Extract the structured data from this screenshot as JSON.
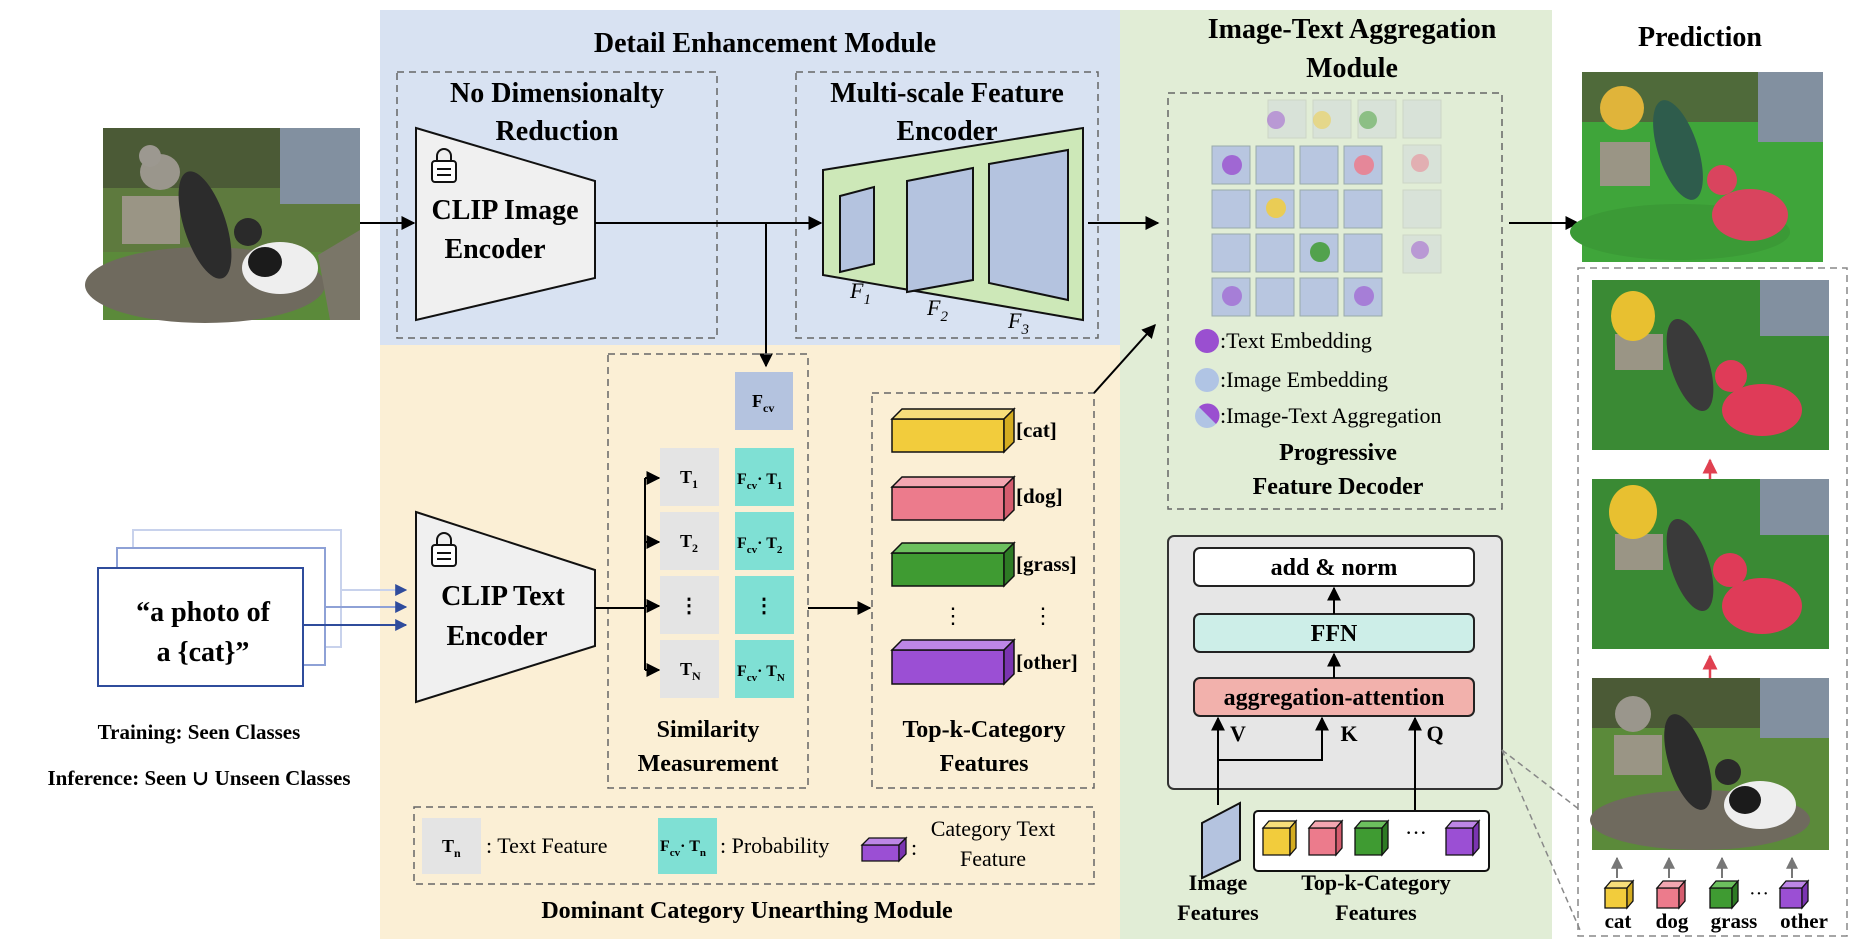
{
  "detail_module": {
    "title": "Detail Enhancement Module",
    "no_reduction": [
      "No Dimensionalty",
      "Reduction"
    ],
    "clip_image_encoder": [
      "CLIP Image",
      "Encoder"
    ],
    "multiscale": [
      "Multi-scale Feature",
      "Encoder"
    ],
    "f1": "F",
    "f1_sub": "1",
    "f2": "F",
    "f2_sub": "2",
    "f3": "F",
    "f3_sub": "3"
  },
  "aggregation_module": {
    "title": [
      "Image-Text Aggregation",
      "Module"
    ],
    "legend_text_embedding": ":Text Embedding",
    "legend_image_embedding": ":Image Embedding",
    "legend_aggregation": ":Image-Text Aggregation",
    "decoder_label": [
      "Progressive",
      "Feature Decoder"
    ],
    "add_norm": "add & norm",
    "ffn": "FFN",
    "attention": "aggregation-attention",
    "v": "V",
    "k": "K",
    "q": "Q",
    "image_features": [
      "Image",
      "Features"
    ],
    "topk_features": [
      "Top-k-Category",
      "Features"
    ],
    "ellipsis": "···",
    "colors": {
      "text_emb": "#9a4fd0",
      "image_emb": "#b0c4e4"
    }
  },
  "prediction": {
    "title": "Prediction",
    "labels": [
      "cat",
      "dog",
      "grass",
      "other"
    ],
    "ellipsis": "···",
    "colors": {
      "cat": "#f2cc3c",
      "dog": "#ec7b8c",
      "grass": "#3f9b32",
      "other": "#9b4fd4"
    }
  },
  "text_input": {
    "prompt": [
      "“a photo of",
      "a {cat}”"
    ],
    "training": "Training: Seen Classes",
    "inference": "Inference: Seen ∪ Unseen Classes",
    "clip_text_encoder": [
      "CLIP Text",
      "Encoder"
    ]
  },
  "dominant_module": {
    "title": "Dominant Category Unearthing Module",
    "fcv": "F",
    "fcv_sub": "cv",
    "t_labels": [
      {
        "main": "T",
        "sub": "1"
      },
      {
        "main": "T",
        "sub": "2"
      },
      {
        "main": "⋮",
        "sub": ""
      },
      {
        "main": "T",
        "sub": "N"
      }
    ],
    "p_labels": [
      {
        "main": "F",
        "sub": "cv",
        "dot": "· T",
        "sub2": "1"
      },
      {
        "main": "F",
        "sub": "cv",
        "dot": "· T",
        "sub2": "2"
      },
      {
        "main": "⋮",
        "sub": "",
        "dot": "",
        "sub2": ""
      },
      {
        "main": "F",
        "sub": "cv",
        "dot": "· T",
        "sub2": "N"
      }
    ],
    "similarity": [
      "Similarity",
      "Measurement"
    ],
    "categories": [
      "[cat]",
      "[dog]",
      "[grass]",
      "[other]"
    ],
    "topk": [
      "Top-k-Category",
      "Features"
    ],
    "vdots": "⋮",
    "legend_tn": "T",
    "legend_tn_sub": "n",
    "legend_text_feature": ": Text Feature",
    "legend_prob_main": "F",
    "legend_prob_sub": "cv",
    "legend_prob_dot": "· T",
    "legend_prob_sub2": "n",
    "legend_probability": ": Probability",
    "legend_cat_colon": ":",
    "legend_category": [
      "Category Text",
      "Feature"
    ]
  }
}
